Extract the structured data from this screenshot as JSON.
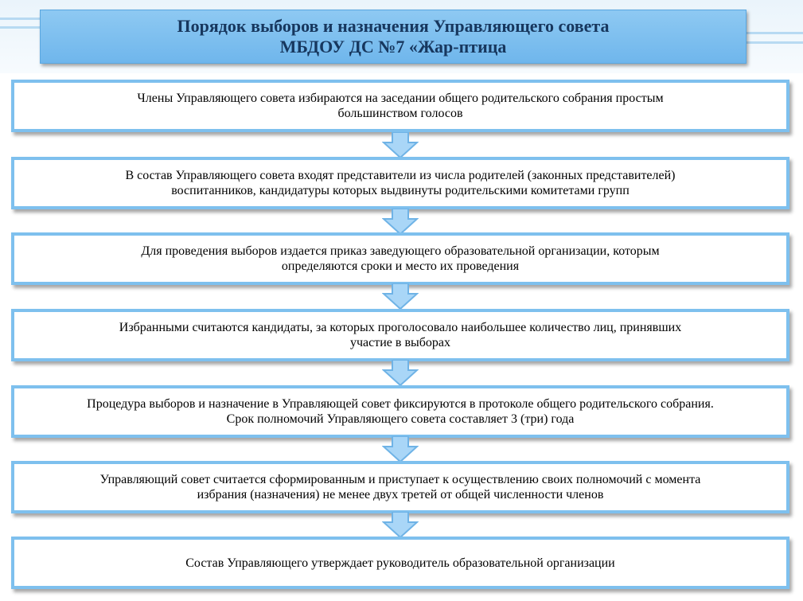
{
  "title": {
    "line1": "Порядок выборов и назначения Управляющего совета",
    "line2": "МБДОУ ДС №7 «Жар-птица"
  },
  "steps": [
    {
      "line1": "Члены Управляющего совета избираются на заседании общего родительского собрания простым",
      "line2": "большинством голосов"
    },
    {
      "line1": "В состав Управляющего совета входят представители из числа родителей (законных представителей)",
      "line2": "воспитанников, кандидатуры которых выдвинуты родительскими комитетами групп"
    },
    {
      "line1": "Для проведения выборов издается приказ заведующего образовательной организации, которым",
      "line2": "определяются сроки и место их проведения"
    },
    {
      "line1": "Избранными считаются кандидаты, за которых проголосовало наибольшее количество лиц, принявших",
      "line2": "участие в выборах"
    },
    {
      "line1": "Процедура выборов и назначение в Управляющей совет фиксируются в протоколе общего родительского собрания.",
      "line2": "Срок полномочий Управляющего совета составляет 3 (три) года"
    },
    {
      "line1": "Управляющий совет считается сформированным и приступает к осуществлению своих полномочий с момента",
      "line2": "избрания (назначения) не менее двух третей от общей численности членов"
    },
    {
      "line1": "Состав Управляющего утверждает руководитель образовательной организации",
      "line2": ""
    }
  ],
  "colors": {
    "title_fill": "#7fbff0",
    "title_text": "#17375e",
    "box_border": "#7ec0ee",
    "arrow_fill": "#a9d6f7",
    "arrow_stroke": "#6fb3e6"
  }
}
